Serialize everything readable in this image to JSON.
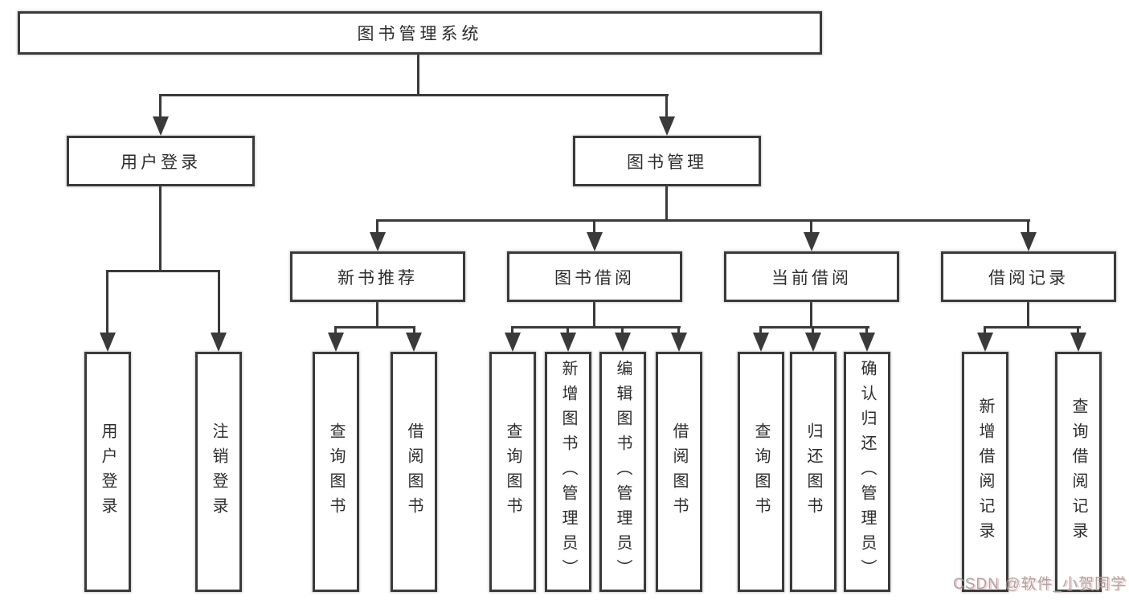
{
  "diagram": {
    "root": {
      "label": "图书管理系统"
    },
    "level2": [
      {
        "label": "用户登录"
      },
      {
        "label": "图书管理"
      }
    ],
    "level3": [
      {
        "label": "新书推荐"
      },
      {
        "label": "图书借阅"
      },
      {
        "label": "当前借阅"
      },
      {
        "label": "借阅记录"
      }
    ],
    "leaves": {
      "user_login": [
        {
          "label": "用户登录"
        },
        {
          "label": "注销登录"
        }
      ],
      "new_book": [
        {
          "label": "查询图书"
        },
        {
          "label": "借阅图书"
        }
      ],
      "book_borrow": [
        {
          "label": "查询图书"
        },
        {
          "label": "新增图书（管理员）"
        },
        {
          "label": "编辑图书（管理员）"
        },
        {
          "label": "借阅图书"
        }
      ],
      "current_borrow": [
        {
          "label": "查询图书"
        },
        {
          "label": "归还图书"
        },
        {
          "label": "确认归还（管理员）"
        }
      ],
      "borrow_record": [
        {
          "label": "新增借阅记录"
        },
        {
          "label": "查询借阅记录"
        }
      ]
    }
  },
  "watermark": {
    "text": "CSDN @软件_小贺同学"
  },
  "colors": {
    "line": "#3a3a3a",
    "text": "#2d2d2d",
    "background": "#ffffff",
    "watermark": "#9e9e9e",
    "watermark_shadow": "#f89898"
  }
}
